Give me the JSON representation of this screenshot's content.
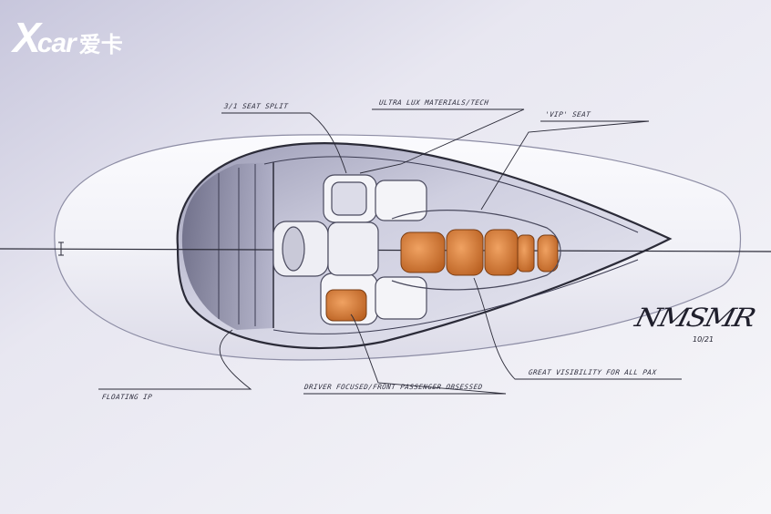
{
  "logo": {
    "mark": "X",
    "word": "car",
    "chinese": "爱卡"
  },
  "annotations": {
    "seat_split": "3/1 SEAT SPLIT",
    "materials": "ULTRA LUX MATERIALS/TECH",
    "vip_seat": "'VIP' SEAT",
    "floating_ip": "FLOATING IP",
    "driver_focused": "DRIVER FOCUSED/FRONT PASSENGER OBSESSED",
    "visibility": "GREAT VISIBILITY FOR ALL PAX"
  },
  "signature": {
    "name": "NMSMR",
    "date": "10/21"
  },
  "colors": {
    "seat_orange": "#d77d38",
    "background": "#ecebf2",
    "ink": "#2b2b38"
  }
}
